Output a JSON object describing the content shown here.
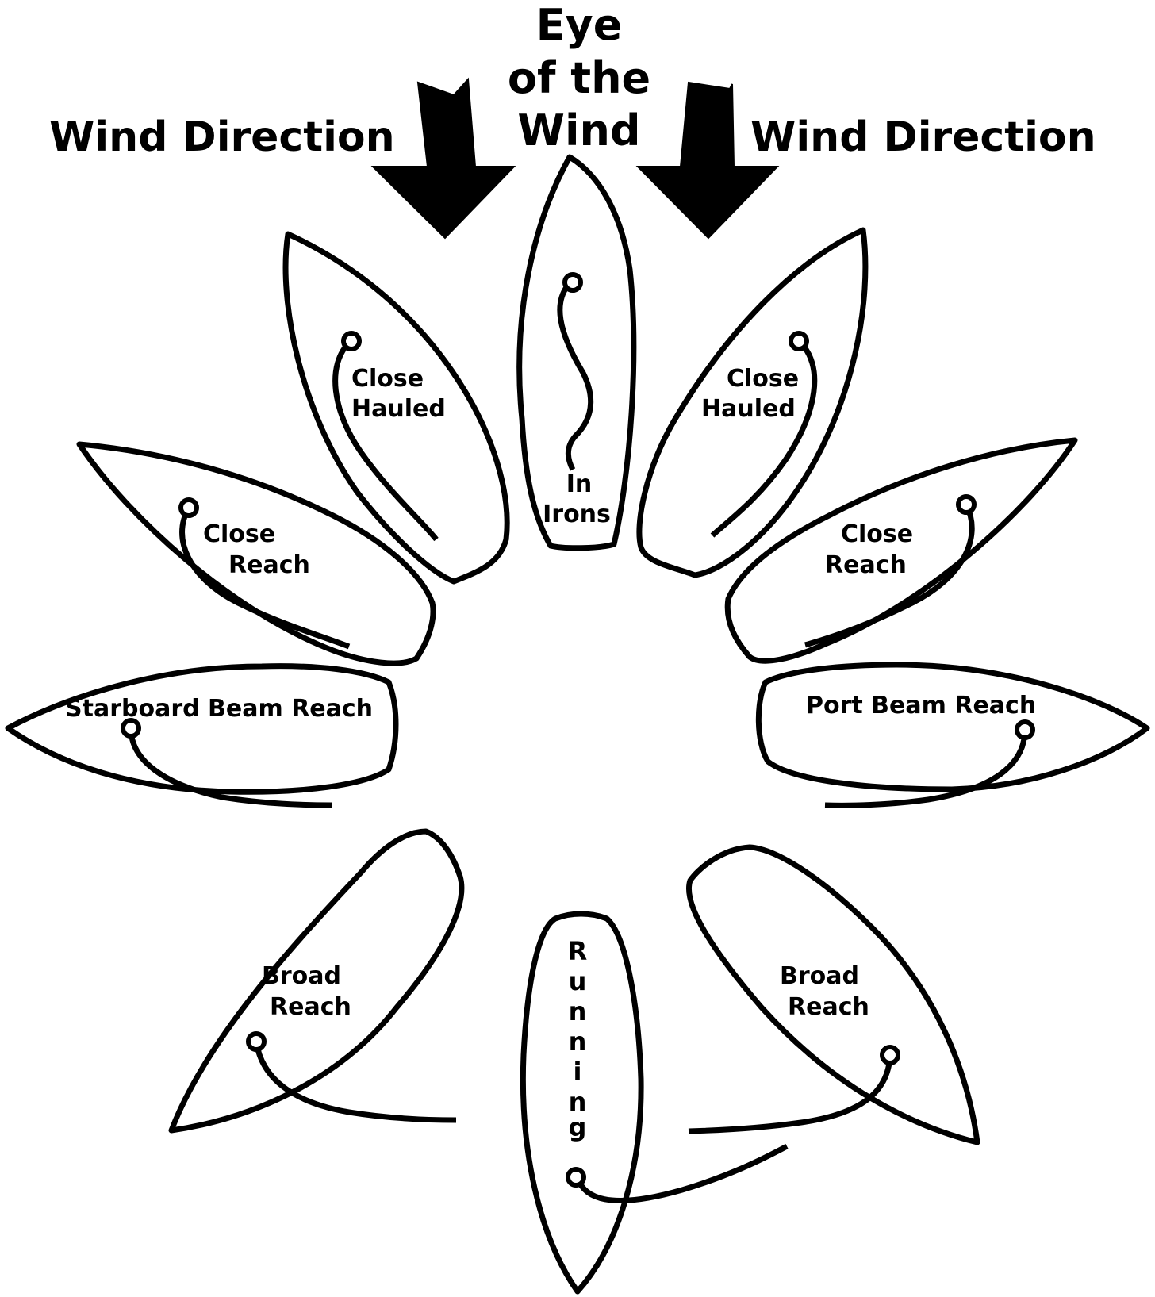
{
  "labels": {
    "wind_direction_left": "Wind Direction",
    "wind_direction_right": "Wind Direction",
    "eye_line1": "Eye",
    "eye_line2": "of the",
    "eye_line3": "Wind"
  },
  "points_of_sail": {
    "in_irons": {
      "line1": "In",
      "line2": "Irons"
    },
    "close_hauled_left": {
      "line1": "Close",
      "line2": "Hauled"
    },
    "close_hauled_right": {
      "line1": "Close",
      "line2": "Hauled"
    },
    "close_reach_left": {
      "line1": "Close",
      "line2": "Reach"
    },
    "close_reach_right": {
      "line1": "Close",
      "line2": "Reach"
    },
    "starboard_beam_reach": "Starboard Beam Reach",
    "port_beam_reach": "Port Beam Reach",
    "broad_reach_left": {
      "line1": "Broad",
      "line2": "Reach"
    },
    "broad_reach_right": {
      "line1": "Broad",
      "line2": "Reach"
    },
    "running": [
      "R",
      "u",
      "n",
      "n",
      "i",
      "n",
      "g"
    ]
  },
  "colors": {
    "ink": "#000000",
    "background": "#ffffff"
  }
}
